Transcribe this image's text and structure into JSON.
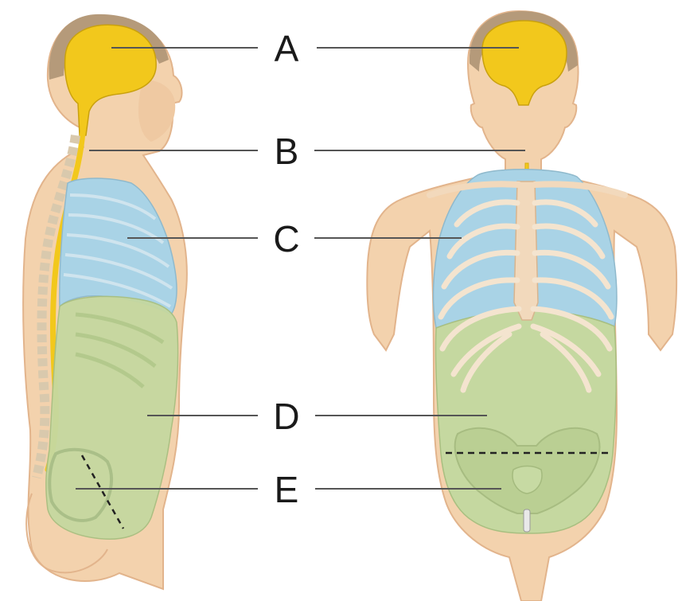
{
  "labels": [
    {
      "id": "A",
      "text": "A"
    },
    {
      "id": "B",
      "text": "B"
    },
    {
      "id": "C",
      "text": "C"
    },
    {
      "id": "D",
      "text": "D"
    },
    {
      "id": "E",
      "text": "E"
    }
  ],
  "colors": {
    "skin": "#f3d2ad",
    "skin_shade": "#e7b98f",
    "hair": "#b59a7a",
    "cranial_cavity": "#f2c81c",
    "thoracic_cavity": "#a9d3e6",
    "abdominopelvic_cavity": "#c5d8a0",
    "bone": "#f6e7cf",
    "line": "#555555"
  }
}
